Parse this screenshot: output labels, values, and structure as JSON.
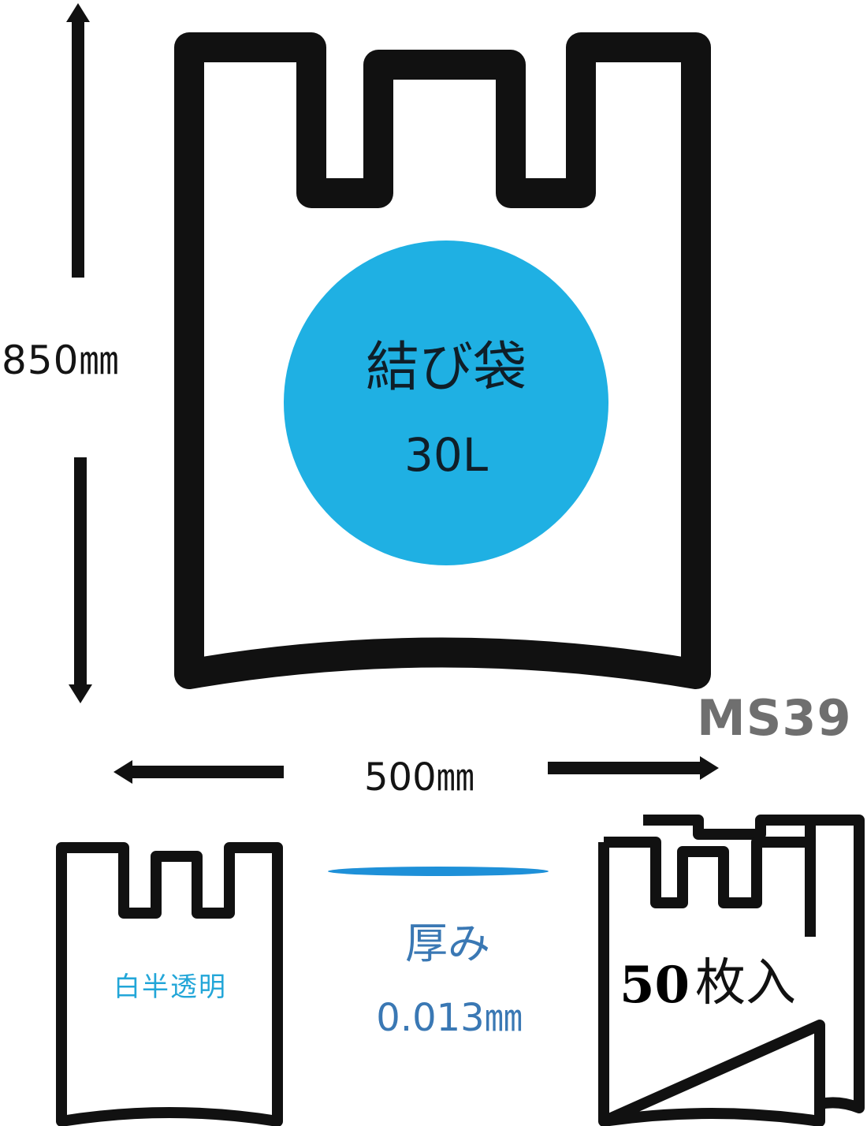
{
  "dimensions": {
    "height": "850㎜",
    "width": "500㎜"
  },
  "product": {
    "name": "結び袋",
    "volume": "30L",
    "model": "MS39"
  },
  "color": "白半透明",
  "thickness": {
    "title": "厚み",
    "value": "0.013㎜"
  },
  "count": {
    "number": "50",
    "unit": "枚入"
  },
  "colors": {
    "circle": "#1fb0e3",
    "thickness_line": "#1e90d8",
    "outline": "#111111"
  }
}
